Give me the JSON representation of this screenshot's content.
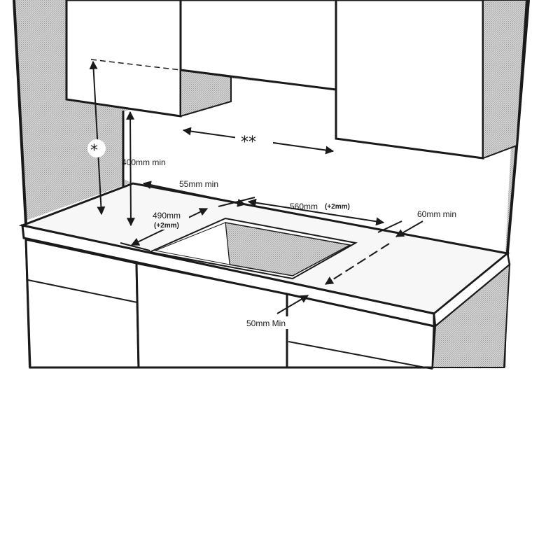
{
  "diagram": {
    "labels": {
      "single_star": "*",
      "double_star": "**",
      "min_400": "400mm min",
      "min_55": "55mm min",
      "w_560": "560mm",
      "w_560_tol": "(+2mm)",
      "d_490": "490mm",
      "d_490_tol": "(+2mm)",
      "min_60": "60mm min",
      "min_50": "50mm Min"
    },
    "colors": {
      "line": "#1a1a1a",
      "hatch": "#bdbdbd",
      "surface": "#ffffff"
    }
  }
}
